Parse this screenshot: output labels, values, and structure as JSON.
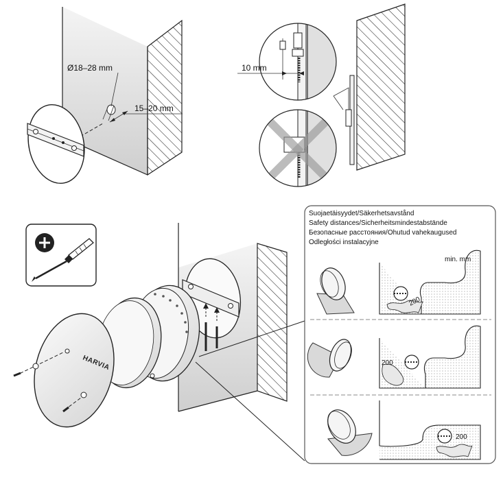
{
  "dimensions": {
    "hole_diameter": "Ø18–28 mm",
    "hole_depth": "15–20 mm",
    "spacing": "10 mm"
  },
  "safety_panel": {
    "lines": [
      "Suojaetäisyydet/Säkerhetsavstånd",
      "Safety distances/Sicherheitsmindestabstände",
      "Безопасные расстояния/Ohutud vahekaugused",
      "Odległości instalacyjne"
    ],
    "unit_label": "min. mm",
    "distances": [
      "200",
      "200",
      "200"
    ]
  },
  "brand_logo": "HARVIA",
  "icons": [
    "screwdriver-icon",
    "phillips-head-icon"
  ]
}
